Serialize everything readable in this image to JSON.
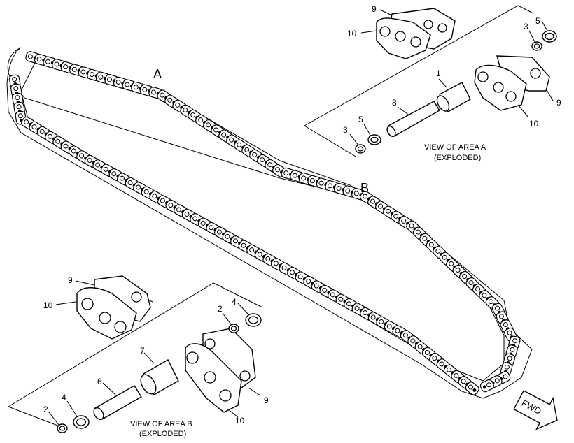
{
  "area_labels": {
    "a": "A",
    "b": "B"
  },
  "captions": {
    "area_a_line1": "VIEW OF AREA A",
    "area_a_line2": "(EXPLODED)",
    "area_b_line1": "VIEW OF AREA B",
    "area_b_line2": "(EXPLODED)"
  },
  "direction_arrow": {
    "label": "FWD"
  },
  "callouts_a": {
    "c9_top": "9",
    "c10_top": "10",
    "c5_top": "5",
    "c3_top": "3",
    "c1": "1",
    "c8": "8",
    "c5_mid": "5",
    "c3_mid": "3",
    "c9_right": "9",
    "c10_right": "10"
  },
  "callouts_b": {
    "c9_top": "9",
    "c10_top": "10",
    "c2_top": "2",
    "c4_top": "4",
    "c7": "7",
    "c6": "6",
    "c4_low": "4",
    "c2_low": "2",
    "c9_right": "9",
    "c10_bottom": "10"
  }
}
